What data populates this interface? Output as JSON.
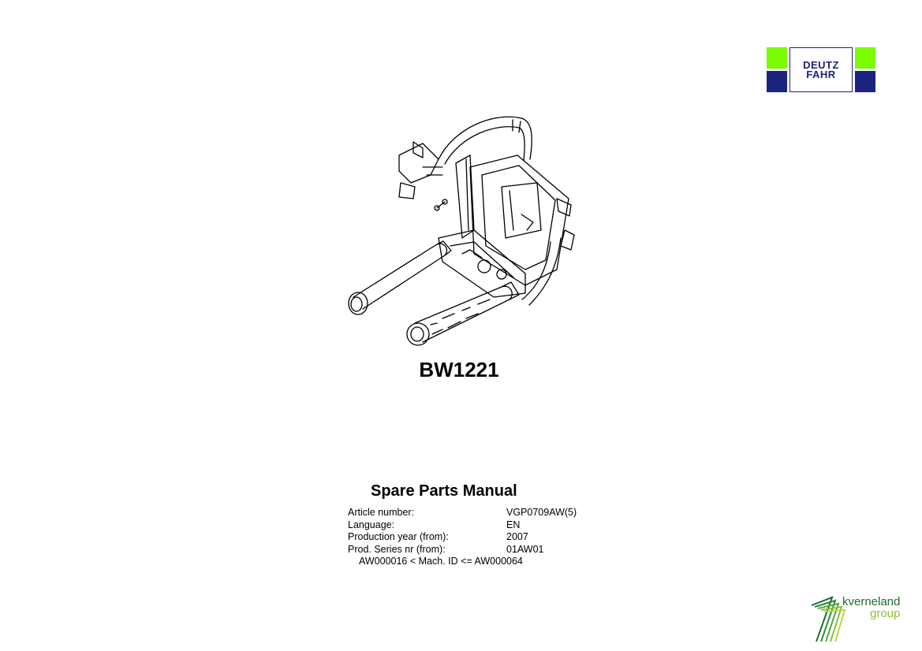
{
  "brand_logo": {
    "line1": "DEUTZ",
    "line2": "FAHR",
    "green": "#7cfc00",
    "blue": "#1a237e"
  },
  "model": "BW1221",
  "manual_title": "Spare Parts Manual",
  "specs": [
    {
      "label": "Article number:",
      "value": "VGP0709AW(5)"
    },
    {
      "label": "Language:",
      "value": "EN"
    },
    {
      "label": "Production year (from):",
      "value": "2007"
    },
    {
      "label": "Prod. Series nr (from):",
      "value": "01AW01"
    }
  ],
  "machine_range": "AW000016 < Mach. ID <= AW000064",
  "footer_logo": {
    "line1": "kverneland",
    "line2": "group",
    "color1": "#1f6b2e",
    "color2": "#8bbf3a"
  }
}
